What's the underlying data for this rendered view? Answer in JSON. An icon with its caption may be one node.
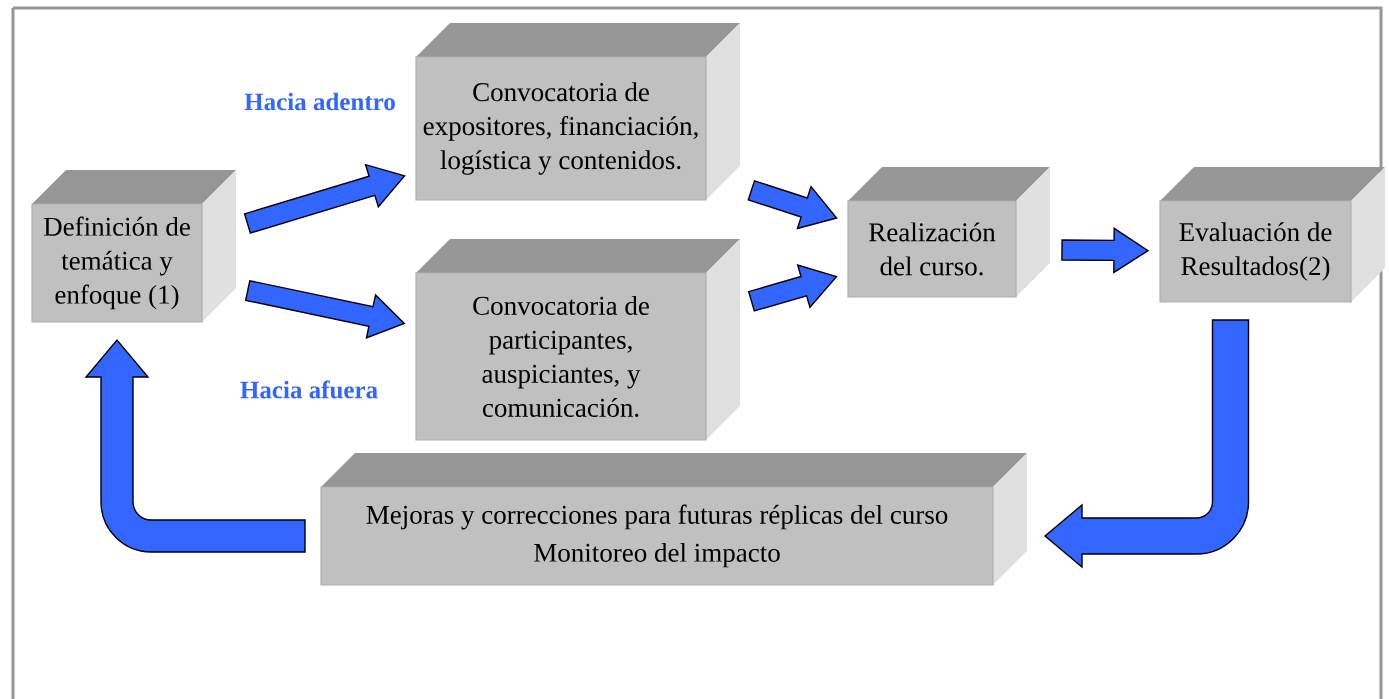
{
  "diagram": {
    "nodes": [
      {
        "text": [
          "Definición de temática y enfoque (1)"
        ]
      },
      {
        "text": [
          "Convocatoria de expositores, financiación, logística y contenidos."
        ],
        "beside": [
          "Hacia adentro"
        ]
      },
      {
        "text": [
          "Convocatoria de participantes, auspiciantes, y comunicación."
        ],
        "beside": [
          "Hacia afuera"
        ]
      },
      {
        "text": [
          "Realización del curso."
        ]
      },
      {
        "text": [
          "Evaluación de Resultados(2)"
        ]
      },
      {
        "text": [
          "Mejoras y correcciones para futuras réplicas del curso",
          "Monitoreo del impacto"
        ]
      }
    ],
    "edges": [
      {
        "from": 0,
        "to": 1,
        "arrow": "to"
      },
      {
        "from": 0,
        "to": 2,
        "arrow": "to"
      },
      {
        "from": 1,
        "to": 3,
        "arrow": "to"
      },
      {
        "from": 2,
        "to": 3,
        "arrow": "to"
      },
      {
        "from": 3,
        "to": 4,
        "arrow": "to"
      },
      {
        "from": 4,
        "to": 5,
        "arrow": "to"
      },
      {
        "from": 5,
        "to": 0,
        "arrow": "to"
      }
    ]
  }
}
